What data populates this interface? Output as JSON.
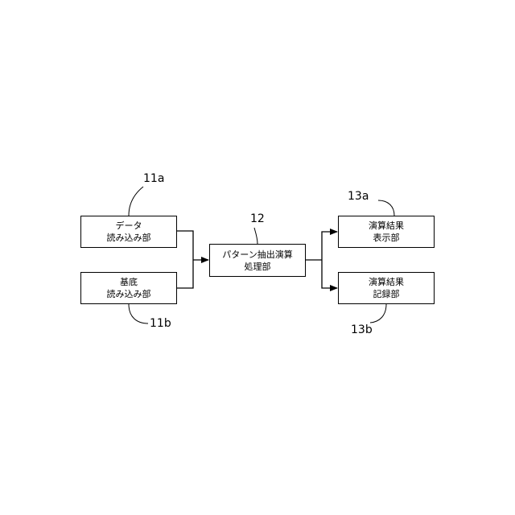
{
  "boxes": {
    "data_reader": {
      "line1": "データ",
      "line2": "読み込み部"
    },
    "base_reader": {
      "line1": "基底",
      "line2": "読み込み部"
    },
    "pattern_extractor": {
      "line1": "パターン抽出演算",
      "line2": "処理部"
    },
    "result_display": {
      "line1": "演算結果",
      "line2": "表示部"
    },
    "result_recorder": {
      "line1": "演算結果",
      "line2": "記録部"
    }
  },
  "reference_numerals": {
    "data_reader": "11a",
    "base_reader": "11b",
    "pattern_extractor": "12",
    "result_display": "13a",
    "result_recorder": "13b"
  },
  "colors": {
    "stroke": "#000000",
    "fill": "#ffffff"
  }
}
